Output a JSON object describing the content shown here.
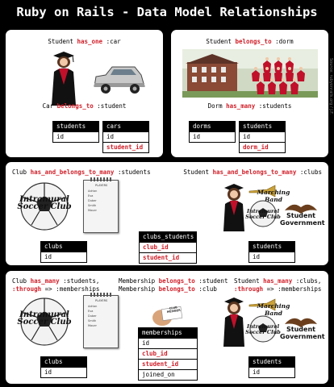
{
  "title": "Ruby on Rails - Data Model Relationships",
  "credit": "Source: rubyonrails.org / J.F.",
  "panel1": {
    "caption_top": {
      "subject": "Student",
      "kw": "has_one",
      "object": ":car"
    },
    "caption_bottom": {
      "subject": "Car",
      "kw": "belongs_to",
      "object": ":student"
    },
    "tables": [
      {
        "name": "students",
        "rows": [
          {
            "text": "id",
            "fk": false
          }
        ]
      },
      {
        "name": "cars",
        "rows": [
          {
            "text": "id",
            "fk": false
          },
          {
            "text": "student_id",
            "fk": true
          }
        ]
      }
    ]
  },
  "panel2": {
    "caption_top": {
      "subject": "Student",
      "kw": "belongs_to",
      "object": ":dorm"
    },
    "caption_bottom": {
      "subject": "Dorm",
      "kw": "has_many",
      "object": ":students"
    },
    "tables": [
      {
        "name": "dorms",
        "rows": [
          {
            "text": "id",
            "fk": false
          }
        ]
      },
      {
        "name": "students",
        "rows": [
          {
            "text": "id",
            "fk": false
          },
          {
            "text": "dorm_id",
            "fk": true
          }
        ]
      }
    ]
  },
  "panel3": {
    "caption_left": {
      "subject": "Club",
      "kw": "has_and_belongs_to_many",
      "object": ":students"
    },
    "caption_right": {
      "subject": "Student",
      "kw": "has_and_belongs_to_many",
      "object": ":clubs"
    },
    "tables": [
      {
        "name": "clubs",
        "rows": [
          {
            "text": "id",
            "fk": false
          }
        ]
      },
      {
        "name": "clubs_students",
        "rows": [
          {
            "text": "club_id",
            "fk": true
          },
          {
            "text": "student_id",
            "fk": true
          }
        ]
      },
      {
        "name": "students",
        "rows": [
          {
            "text": "id",
            "fk": false
          }
        ]
      }
    ],
    "soccer_logo": [
      "Intramural",
      "Soccer Club"
    ],
    "band_label": "Marching Band",
    "gov_label": [
      "Student",
      "Government"
    ],
    "clipboard_title": "PLAYERS",
    "clipboard_rows": [
      "Adrian",
      "Eva",
      "Duber",
      "Smith",
      "Mauer"
    ]
  },
  "panel4": {
    "caption_left": {
      "subject": "Club",
      "kw": "has_many",
      "object": ":students,",
      "kw2": ":through",
      "object2": "=> :memberships"
    },
    "caption_mid_1": {
      "subject": "Membership",
      "kw": "belongs_to",
      "object": ":student"
    },
    "caption_mid_2": {
      "subject": "Membership",
      "kw": "belongs_to",
      "object": ":club"
    },
    "caption_right": {
      "subject": "Student",
      "kw": "has_many",
      "object": ":clubs,",
      "kw2": ":through",
      "object2": "=> :memberships"
    },
    "card_label": "CLUB MEMBER",
    "tables": [
      {
        "name": "clubs",
        "rows": [
          {
            "text": "id",
            "fk": false
          }
        ]
      },
      {
        "name": "memberships",
        "rows": [
          {
            "text": "id",
            "fk": false
          },
          {
            "text": "club_id",
            "fk": true
          },
          {
            "text": "student_id",
            "fk": true
          },
          {
            "text": "joined_on",
            "fk": false
          }
        ]
      },
      {
        "name": "students",
        "rows": [
          {
            "text": "id",
            "fk": false
          }
        ]
      }
    ]
  },
  "colors": {
    "keyword": "#d0202a",
    "header_bg": "#000000",
    "panel_bg": "#ffffff"
  }
}
